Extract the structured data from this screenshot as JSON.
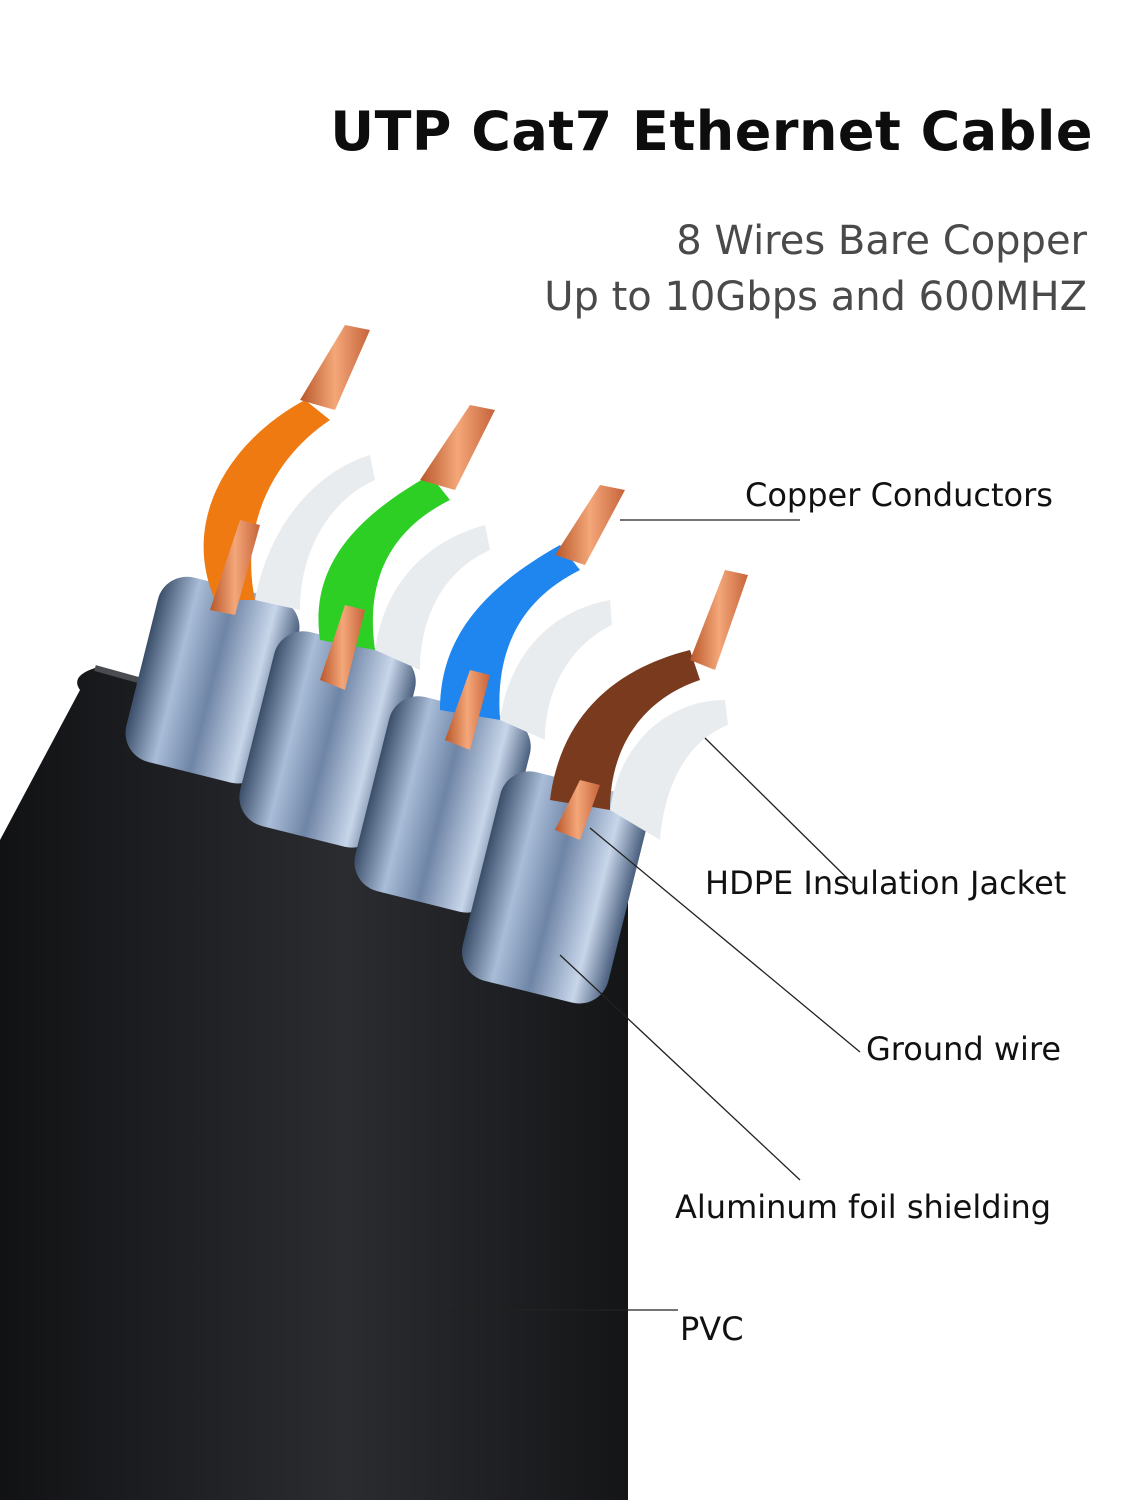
{
  "title": "UTP Cat7 Ethernet Cable",
  "subtitle_lines": [
    "8 Wires Bare Copper",
    "Up to 10Gbps and 600MHZ"
  ],
  "labels": {
    "copper_conductors": "Copper Conductors",
    "hdpe_jacket": "HDPE Insulation Jacket",
    "ground_wire": "Ground wire",
    "foil_shielding": "Aluminum foil shielding",
    "pvc": "PVC"
  },
  "colors": {
    "jacket": "#1c1d1f",
    "foil": "#8fa3c0",
    "copper": "#d9804f",
    "pair_orange": "#f07a12",
    "pair_green": "#2ecf25",
    "pair_blue": "#1f86f0",
    "pair_brown": "#7a3a1e",
    "pair_white": "#e9ecef"
  },
  "pairs": [
    "orange",
    "green",
    "blue",
    "brown"
  ]
}
